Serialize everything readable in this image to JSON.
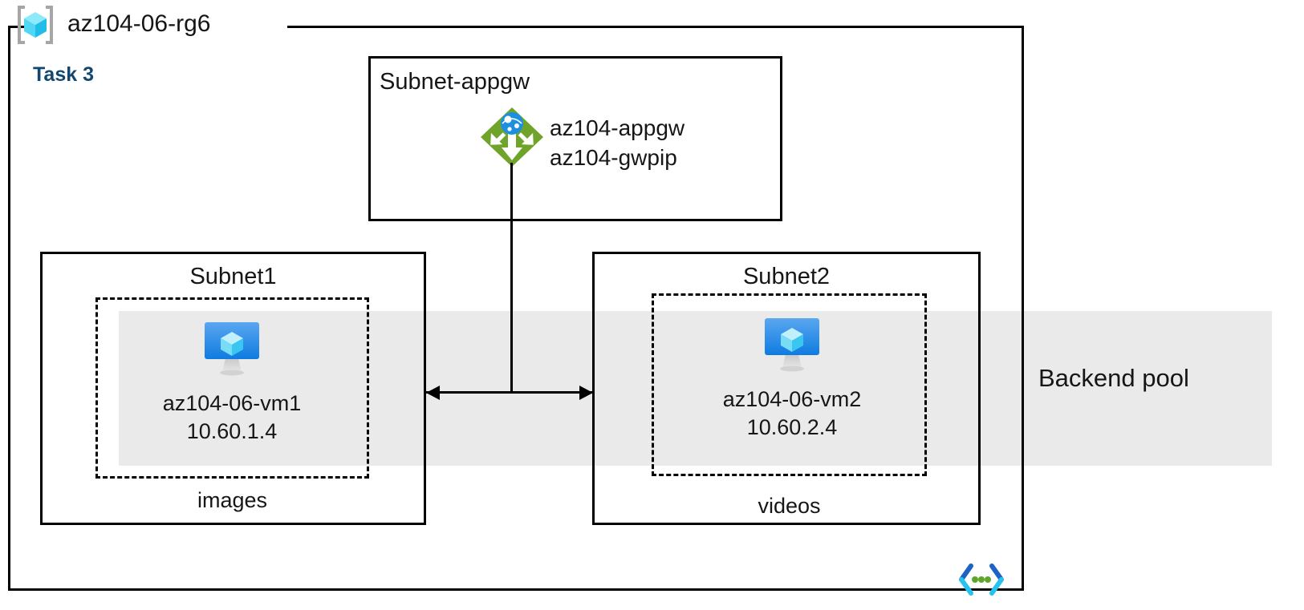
{
  "diagram": {
    "resource_group": {
      "name": "az104-06-rg6",
      "icon": "resource-group-icon",
      "task_label": "Task 3",
      "task_color": "#12486F"
    },
    "backend_pool": {
      "label": "Backend pool",
      "band_color": "#EAEAEA"
    },
    "subnets": [
      {
        "title": "Subnet-appgw",
        "resources": [
          {
            "icon": "application-gateway-icon",
            "icon_color": "#6FA32A",
            "line1": "az104-appgw",
            "line2": "az104-gwpip"
          }
        ]
      },
      {
        "title": "Subnet1",
        "group_label": "images",
        "vm": {
          "icon": "virtual-machine-icon",
          "name": "az104-06-vm1",
          "ip": "10.60.1.4"
        }
      },
      {
        "title": "Subnet2",
        "group_label": "videos",
        "vm": {
          "icon": "virtual-machine-icon",
          "name": "az104-06-vm2",
          "ip": "10.60.2.4"
        }
      }
    ],
    "connector": {
      "name": "gateway-to-subnets-connector",
      "style": "double-headed-arrow"
    },
    "footer_icon": "code-brackets-icon"
  }
}
